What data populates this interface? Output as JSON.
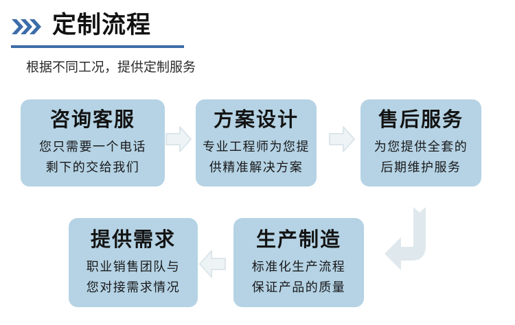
{
  "header": {
    "icon": "triple-chevron-right-icon",
    "title": "定制流程",
    "subtitle": "根据不同工况，提供定制服务",
    "accent_color": "#3c6da8"
  },
  "theme": {
    "card_bg": "#b5d3e4",
    "arrow_fill": "#e2ebee",
    "arrow_stroke": "#d2e0e5",
    "title_color": "#141414",
    "body_color": "#18181a"
  },
  "flow": {
    "steps": [
      {
        "id": "step-1",
        "title": "咨询客服",
        "lines": [
          "您只需要一个电话",
          "剩下的交给我们"
        ]
      },
      {
        "id": "step-2",
        "title": "方案设计",
        "lines": [
          "专业工程师为您提",
          "供精准解决方案"
        ]
      },
      {
        "id": "step-3",
        "title": "售后服务",
        "lines": [
          "为您提供全套的",
          "后期维护服务"
        ]
      },
      {
        "id": "step-4",
        "title": "提供需求",
        "lines": [
          "职业销售团队与",
          "您对接需求情况"
        ]
      },
      {
        "id": "step-5",
        "title": "生产制造",
        "lines": [
          "标准化生产流程",
          "保证产品的质量"
        ]
      }
    ],
    "connectors": [
      {
        "id": "connector-1",
        "icon": "arrow-right-icon",
        "from": "step-1",
        "to": "step-2"
      },
      {
        "id": "connector-2",
        "icon": "arrow-right-icon",
        "from": "step-2",
        "to": "step-3"
      },
      {
        "id": "connector-3",
        "icon": "arrow-left-icon",
        "from": "step-5",
        "to": "step-4"
      },
      {
        "id": "connector-bend",
        "icon": "arrow-bend-down-left-icon",
        "from": "step-3",
        "to": "step-5"
      }
    ]
  }
}
